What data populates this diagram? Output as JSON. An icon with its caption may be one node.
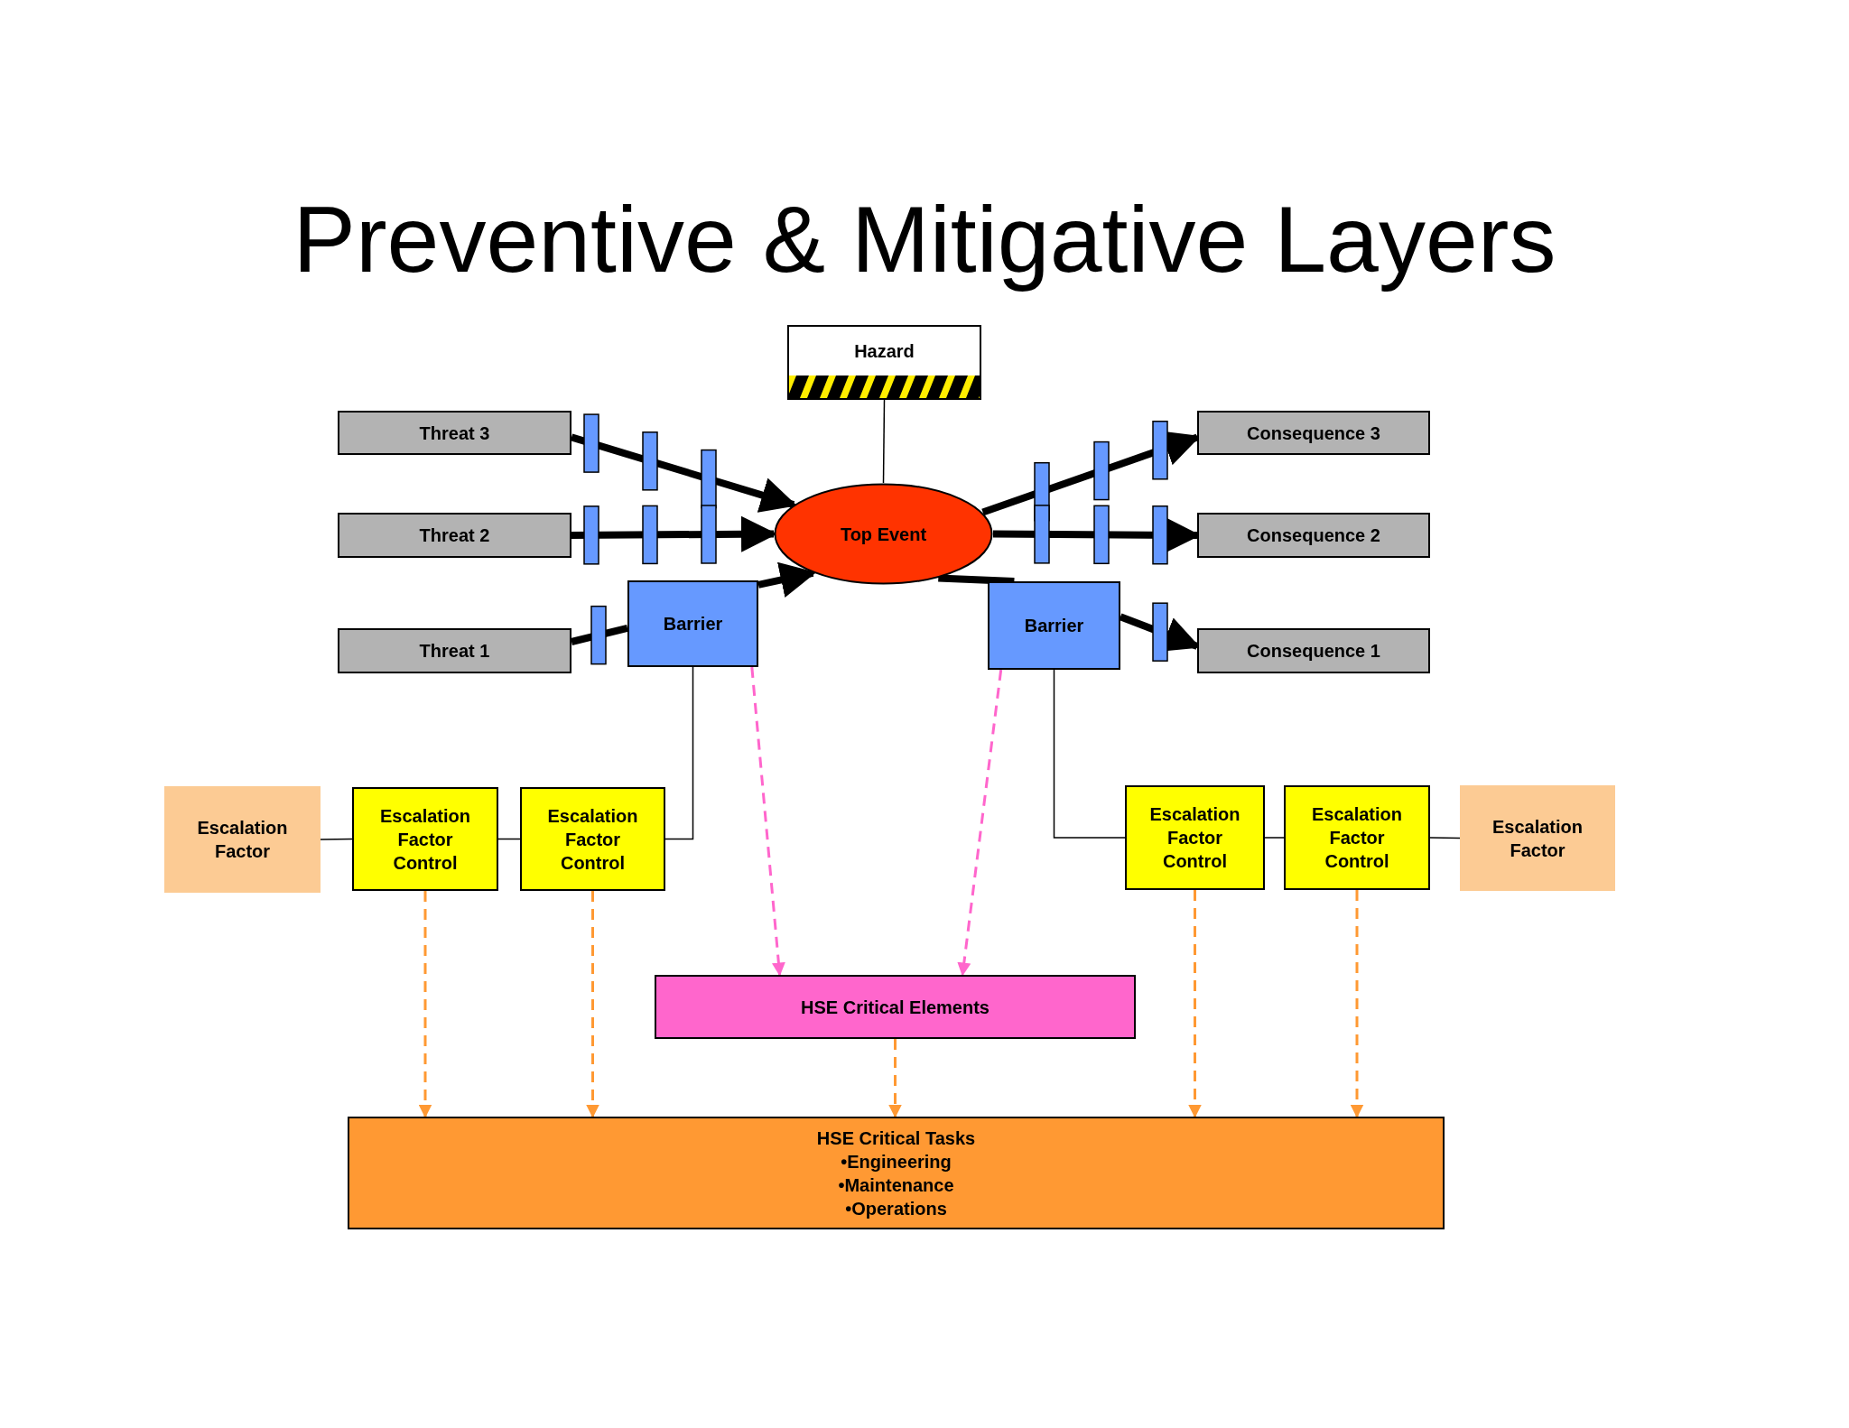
{
  "diagram": {
    "title": "Preventive & Mitigative Layers",
    "nodes": [
      {
        "text": [
          "Hazard"
        ]
      },
      {
        "text": [
          "Threat 3"
        ]
      },
      {
        "text": [
          "Consequence 3"
        ]
      },
      {
        "text": [
          "Threat 2"
        ]
      },
      {
        "text": [
          "Top Event"
        ]
      },
      {
        "text": [
          "Consequence 2"
        ]
      },
      {
        "text": [
          "Barrier"
        ]
      },
      {
        "text": [
          "Barrier"
        ]
      },
      {
        "text": [
          "Threat 1"
        ]
      },
      {
        "text": [
          "Consequence 1"
        ]
      },
      {
        "text": [
          "Escalation Factor"
        ]
      },
      {
        "text": [
          "Escalation Factor Control"
        ]
      },
      {
        "text": [
          "Escalation Factor Control"
        ]
      },
      {
        "text": [
          "Escalation Factor Control"
        ]
      },
      {
        "text": [
          "Escalation Factor Control"
        ]
      },
      {
        "text": [
          "Escalation Factor"
        ]
      },
      {
        "text": [
          "HSE Critical Elements"
        ]
      },
      {
        "text": [
          "HSE Critical Tasks",
          "•Engineering",
          "•Maintenance",
          "•Operations"
        ]
      }
    ],
    "edges": [
      {
        "from": 0,
        "to": 4,
        "arrow": "none"
      },
      {
        "from": 1,
        "to": 4,
        "arrow": "to",
        "style": "thick"
      },
      {
        "from": 3,
        "to": 4,
        "arrow": "to",
        "style": "thick"
      },
      {
        "from": 8,
        "to": 6,
        "arrow": "none",
        "style": "thick"
      },
      {
        "from": 6,
        "to": 4,
        "arrow": "to",
        "style": "thick"
      },
      {
        "from": 4,
        "to": 2,
        "arrow": "to",
        "style": "thick"
      },
      {
        "from": 4,
        "to": 5,
        "arrow": "to",
        "style": "thick"
      },
      {
        "from": 4,
        "to": 7,
        "arrow": "none",
        "style": "thick"
      },
      {
        "from": 7,
        "to": 9,
        "arrow": "to",
        "style": "thick"
      },
      {
        "from": 6,
        "to": 12,
        "arrow": "none"
      },
      {
        "from": 12,
        "to": 11,
        "arrow": "none"
      },
      {
        "from": 11,
        "to": 10,
        "arrow": "none"
      },
      {
        "from": 7,
        "to": 13,
        "arrow": "none"
      },
      {
        "from": 13,
        "to": 14,
        "arrow": "none"
      },
      {
        "from": 14,
        "to": 15,
        "arrow": "none"
      },
      {
        "from": 6,
        "to": 16,
        "arrow": "to",
        "style": "dashed",
        "color": "#ff66cc"
      },
      {
        "from": 7,
        "to": 16,
        "arrow": "to",
        "style": "dashed",
        "color": "#ff66cc"
      },
      {
        "from": 11,
        "to": 17,
        "arrow": "to",
        "style": "dashed",
        "color": "#ff9933"
      },
      {
        "from": 12,
        "to": 17,
        "arrow": "to",
        "style": "dashed",
        "color": "#ff9933"
      },
      {
        "from": 16,
        "to": 17,
        "arrow": "to",
        "style": "dashed",
        "color": "#ff9933"
      },
      {
        "from": 13,
        "to": 17,
        "arrow": "to",
        "style": "dashed",
        "color": "#ff9933"
      },
      {
        "from": 14,
        "to": 17,
        "arrow": "to",
        "style": "dashed",
        "color": "#ff9933"
      }
    ]
  }
}
